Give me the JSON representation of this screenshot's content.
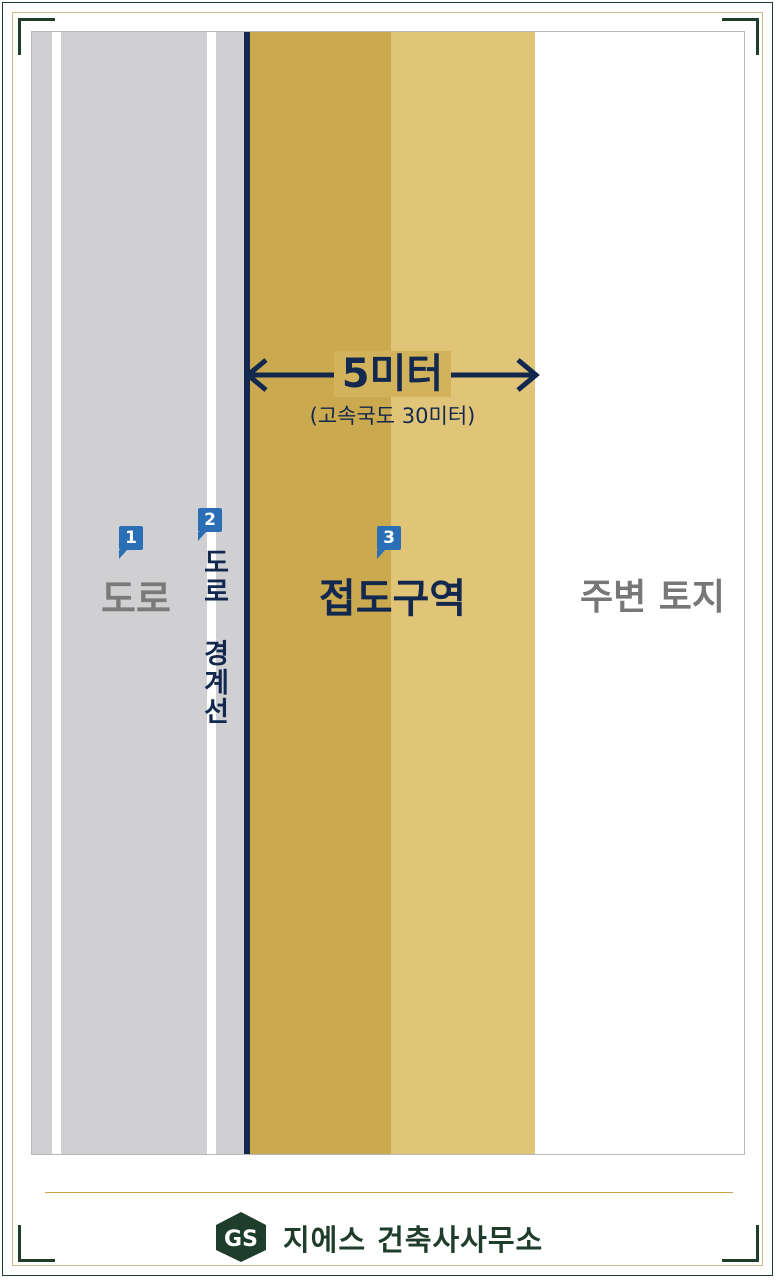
{
  "diagram": {
    "road_label": "도로",
    "boundary_label": "도로 경계선",
    "zone_label": "접도구역",
    "land_label": "주변 토지",
    "distance_label": "5미터",
    "distance_sub": "(고속국도 30미터)",
    "badges": {
      "road": "1",
      "boundary": "2",
      "zone": "3"
    }
  },
  "footer": {
    "logo_text": "GS",
    "company_name": "지에스 건축사사무소"
  },
  "colors": {
    "road": "#d0d0d2",
    "boundary": "#13284f",
    "zone_dark": "#cba94e",
    "zone_light": "#e0c478",
    "badge": "#2a6fb5",
    "brand": "#1f3d2b"
  }
}
